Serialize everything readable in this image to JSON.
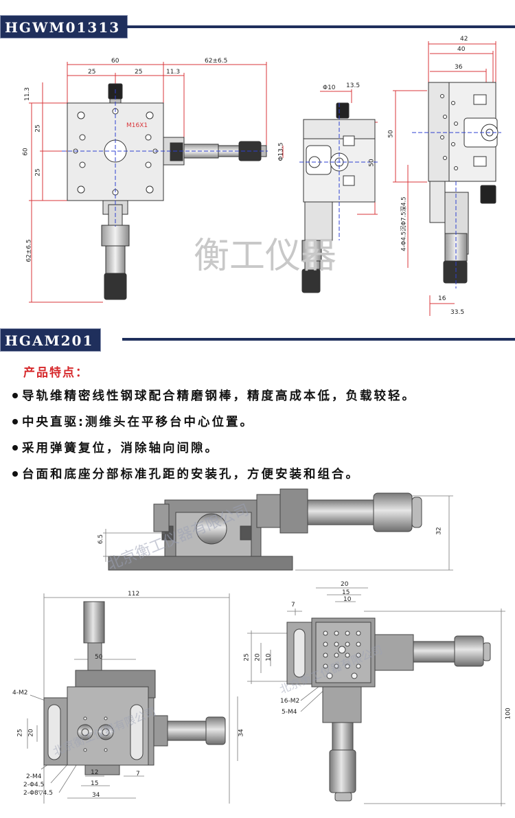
{
  "section1": {
    "model": "HGWM01313",
    "watermark": "衡工仪器",
    "dims_top": [
      "60",
      "25",
      "25",
      "11.3",
      "62±6.5",
      "Φ10",
      "13.5",
      "42",
      "40",
      "36"
    ],
    "dims_side": [
      "11.3",
      "25",
      "60",
      "25",
      "62±6.5",
      "M16X1",
      "Φ13.5",
      "50",
      "50",
      "4-Φ4.5沉Φ7.5深4.5",
      "16",
      "33.5"
    ]
  },
  "section2": {
    "model": "HGAM201",
    "features_title": "产品特点：",
    "features": [
      "导轨维精密线性钢球配合精磨钢棒，精度高成本低，负载较轻。",
      "中央直驱:测维头在平移台中心位置。",
      "采用弹簧复位，消除轴向间隙。",
      "台面和底座分部标准孔距的安装孔，方便安装和组合。"
    ],
    "watermark": "北京衡工仪器有限公司",
    "dims_side": [
      "6.5",
      "32"
    ],
    "dims_left": [
      "112",
      "50",
      "4-M2",
      "25",
      "20",
      "34",
      "2-M4",
      "2-Φ4.5",
      "2-Φ8▽4.5",
      "12",
      "15",
      "7",
      "34"
    ],
    "dims_right": [
      "7",
      "20",
      "15",
      "10",
      "25",
      "20",
      "10",
      "16-M2",
      "5-M4",
      "100"
    ]
  },
  "colors": {
    "banner": "#1f2f5c",
    "accent": "#d6282b",
    "dim_line": "#d9353a",
    "center_line": "#2d3fd0"
  }
}
